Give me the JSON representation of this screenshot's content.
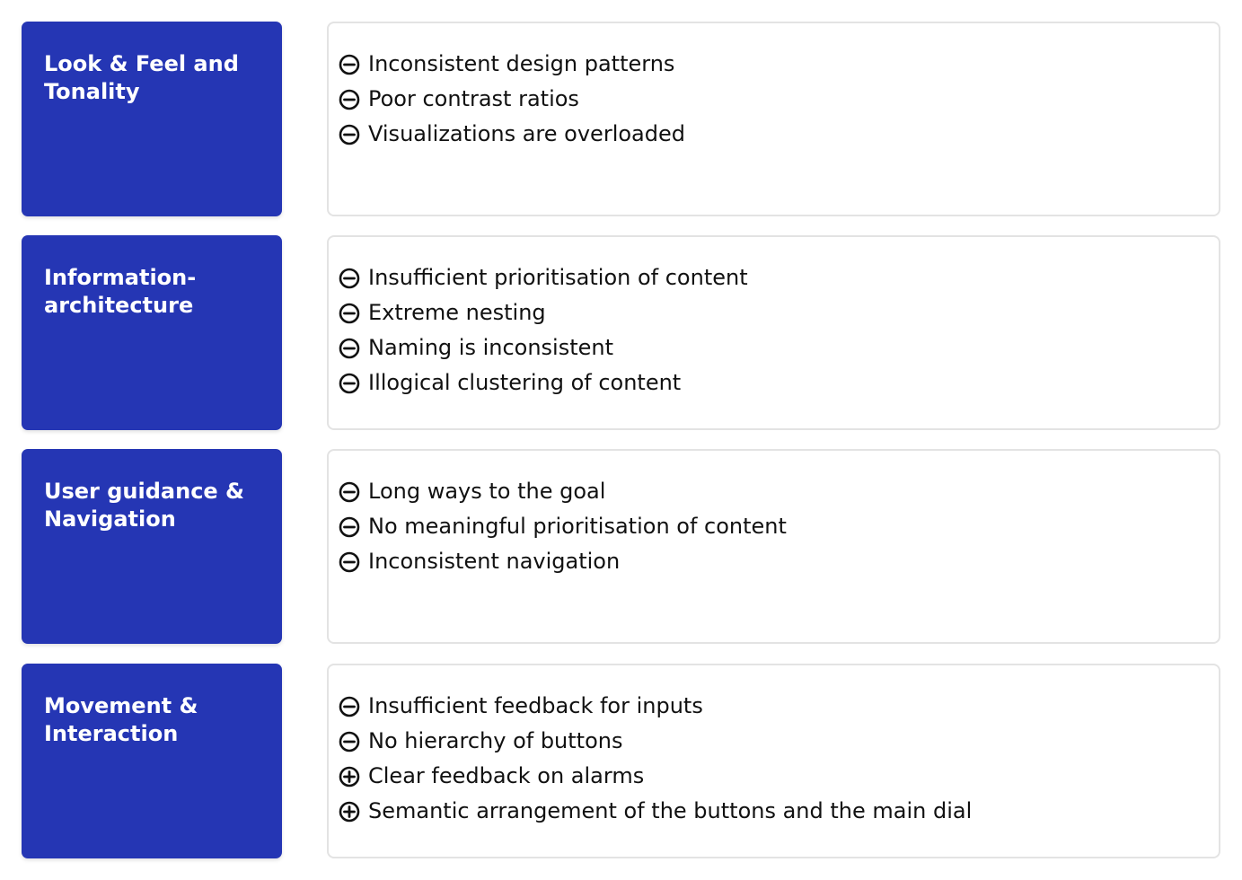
{
  "rows": [
    {
      "category": "Look & Feel and\nTonality",
      "issues": [
        {
          "type": "negative",
          "icon": "minus-circle-icon",
          "text": "Inconsistent design patterns"
        },
        {
          "type": "negative",
          "icon": "minus-circle-icon",
          "text": "Poor contrast ratios"
        },
        {
          "type": "negative",
          "icon": "minus-circle-icon",
          "text": "Visualizations are overloaded"
        }
      ]
    },
    {
      "category": "Information-\narchitecture",
      "issues": [
        {
          "type": "negative",
          "icon": "minus-circle-icon",
          "text": "Insufficient prioritisation of content"
        },
        {
          "type": "negative",
          "icon": "minus-circle-icon",
          "text": "Extreme nesting"
        },
        {
          "type": "negative",
          "icon": "minus-circle-icon",
          "text": "Naming is inconsistent"
        },
        {
          "type": "negative",
          "icon": "minus-circle-icon",
          "text": "Illogical clustering of content"
        }
      ]
    },
    {
      "category": "User guidance &\nNavigation",
      "issues": [
        {
          "type": "negative",
          "icon": "minus-circle-icon",
          "text": "Long ways to the goal"
        },
        {
          "type": "negative",
          "icon": "minus-circle-icon",
          "text": "No meaningful prioritisation of content"
        },
        {
          "type": "negative",
          "icon": "minus-circle-icon",
          "text": "Inconsistent navigation"
        }
      ]
    },
    {
      "category": "Movement &\nInteraction",
      "issues": [
        {
          "type": "negative",
          "icon": "minus-circle-icon",
          "text": "Insufficient feedback for inputs"
        },
        {
          "type": "negative",
          "icon": "minus-circle-icon",
          "text": "No hierarchy of buttons"
        },
        {
          "type": "positive",
          "icon": "plus-circle-icon",
          "text": "Clear feedback on alarms"
        },
        {
          "type": "positive",
          "icon": "plus-circle-icon",
          "text": "Semantic arrangement of the buttons and the main dial"
        }
      ]
    }
  ],
  "colors": {
    "category_bg": "#2536b4",
    "category_text": "#ffffff",
    "card_border": "#e3e3e3",
    "issue_text": "#111111"
  }
}
